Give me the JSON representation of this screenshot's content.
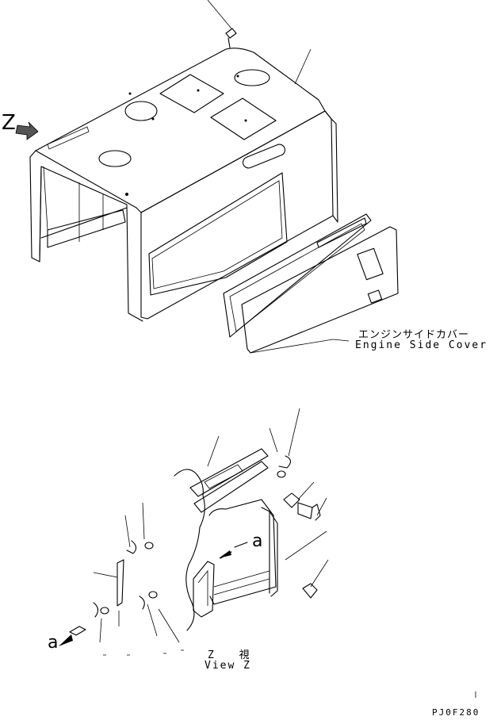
{
  "callouts": {
    "engine_side_cover_jp": "エンジンサイドカバー",
    "engine_side_cover_en": "Engine Side Cover",
    "view_z_jp": "Z 視",
    "view_z_en": "View Z"
  },
  "markers": {
    "view_letter": "Z",
    "detail_a_1": "a",
    "detail_a_2": "a"
  },
  "drawing_code": "PJ0F280"
}
